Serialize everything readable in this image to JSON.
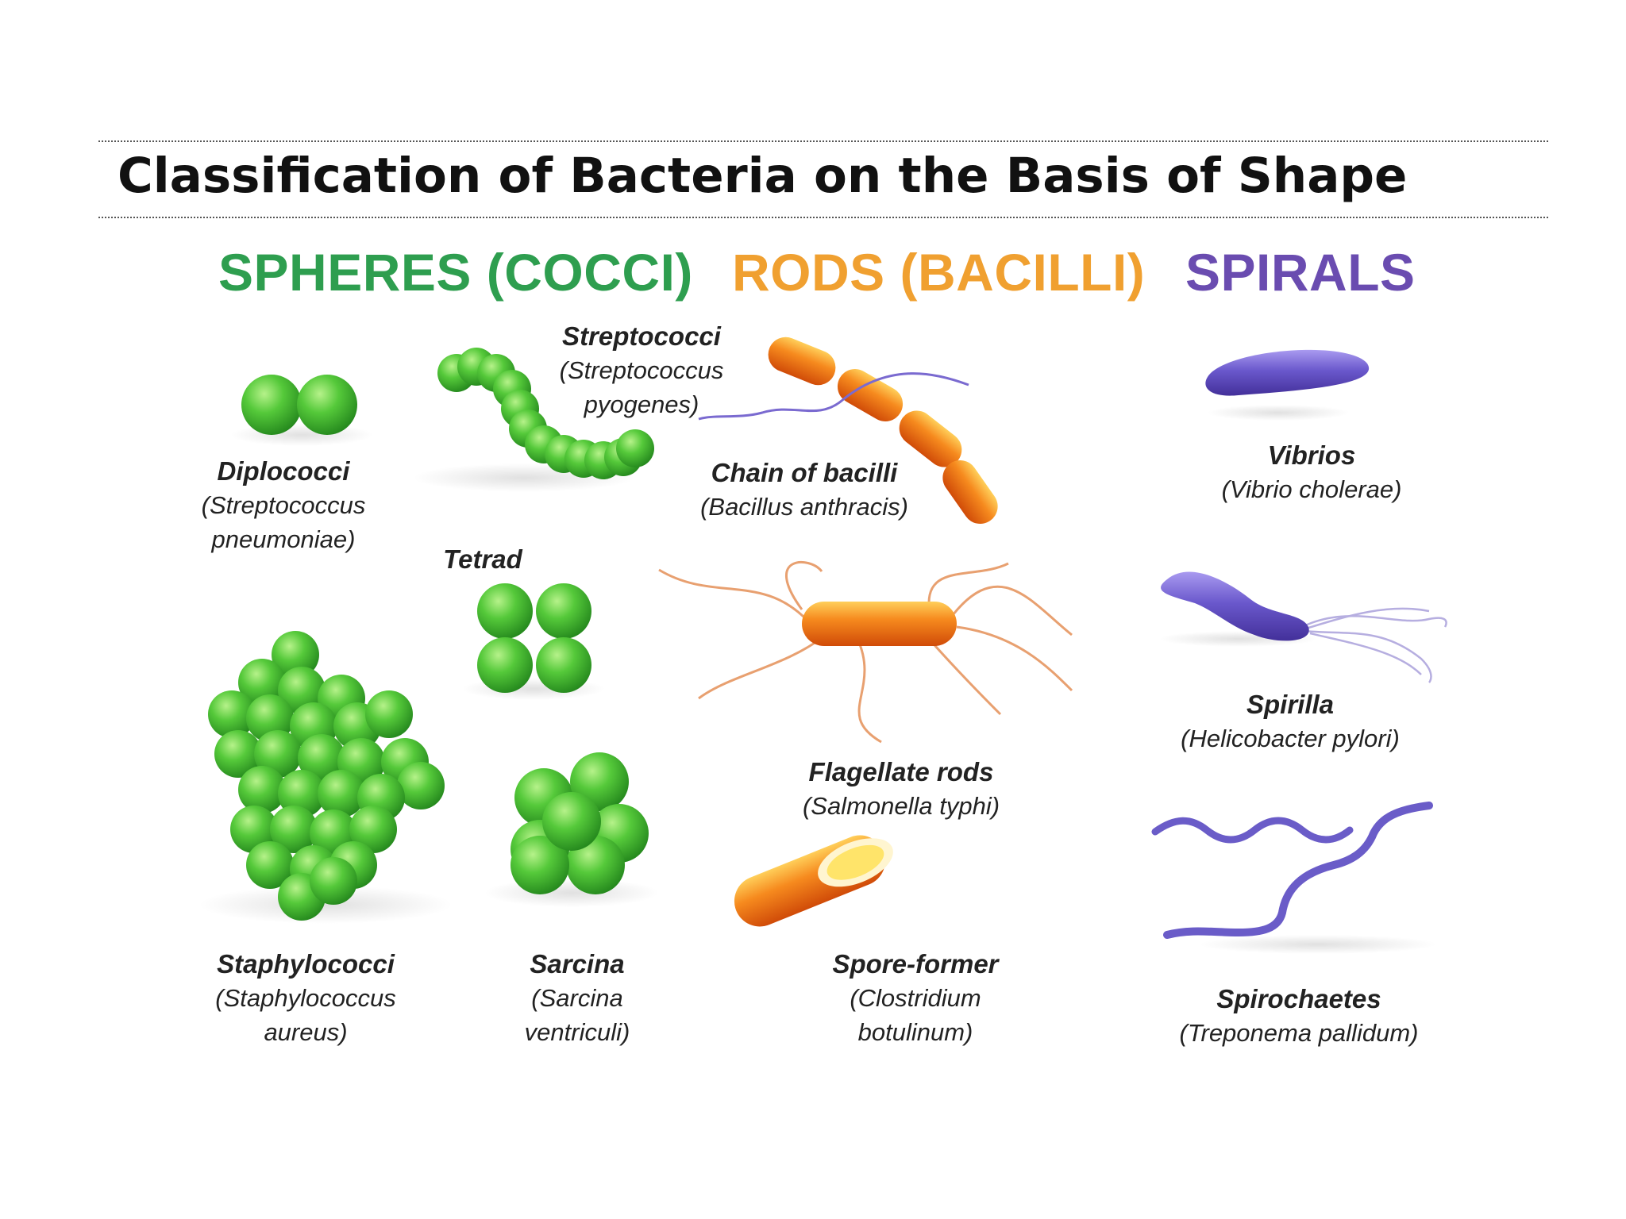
{
  "title": "Classification of Bacteria on the Basis of Shape",
  "colors": {
    "spheres": "#2e9e4f",
    "rods": "#f0a030",
    "spirals": "#6a4cb0",
    "green_cell": "#4cc23a",
    "orange_cell": "#f07a18",
    "purple_cell": "#6a5cc8"
  },
  "categories": {
    "spheres": "SPHERES (COCCI)",
    "rods": "RODS (BACILLI)",
    "spirals": "SPIRALS"
  },
  "labels": {
    "diplococci": {
      "name": "Diplococci",
      "species_1": "(Streptococcus",
      "species_2": "pneumoniae)"
    },
    "streptococci": {
      "name": "Streptococci",
      "species_1": "(Streptococcus",
      "species_2": "pyogenes)"
    },
    "tetrad": {
      "name": "Tetrad"
    },
    "staphylococci": {
      "name": "Staphylococci",
      "species_1": "(Staphylococcus",
      "species_2": "aureus)"
    },
    "sarcina": {
      "name": "Sarcina",
      "species_1": "(Sarcina",
      "species_2": "ventriculi)"
    },
    "chain_of_bacilli": {
      "name": "Chain of bacilli",
      "species_1": "(Bacillus anthracis)"
    },
    "flagellate_rods": {
      "name": "Flagellate rods",
      "species_1": "(Salmonella typhi)"
    },
    "spore_former": {
      "name": "Spore-former",
      "species_1": "(Clostridium",
      "species_2": "botulinum)"
    },
    "vibrios": {
      "name": "Vibrios",
      "species_1": "(Vibrio cholerae)"
    },
    "spirilla": {
      "name": "Spirilla",
      "species_1": "(Helicobacter pylori)"
    },
    "spirochaetes": {
      "name": "Spirochaetes",
      "species_1": "(Treponema pallidum)"
    }
  }
}
